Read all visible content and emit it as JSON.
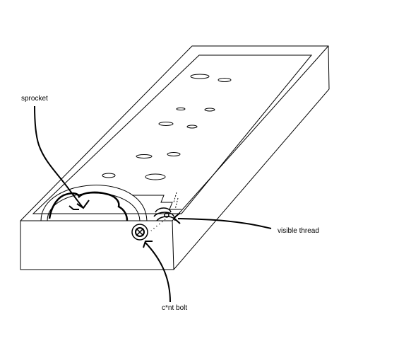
{
  "labels": {
    "sprocket": "sprocket",
    "visible_thread": "visible thread",
    "bolt": "c*nt bolt"
  },
  "colors": {
    "line": "#000000",
    "background": "#ffffff"
  }
}
